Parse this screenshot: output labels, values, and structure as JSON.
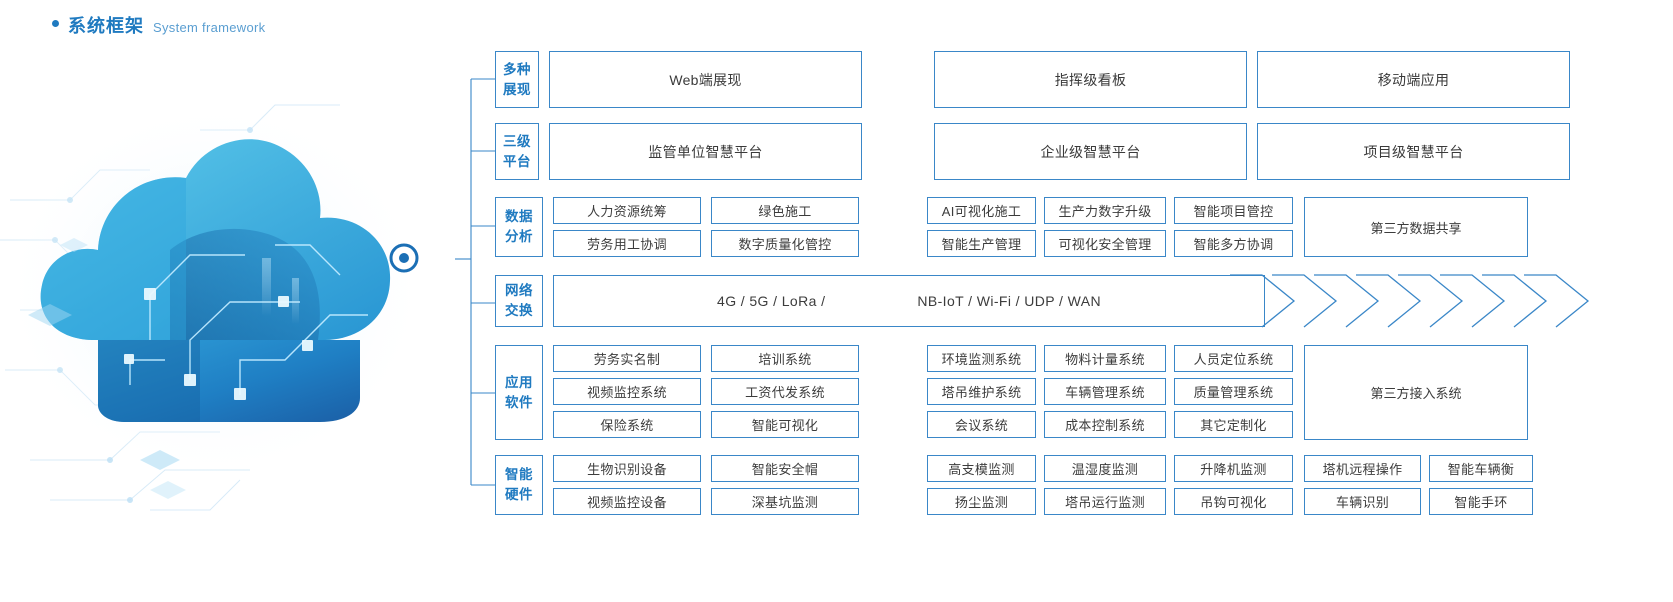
{
  "header": {
    "title_cn": "系统框架",
    "title_en": "System framework",
    "accent": "#1f7ac0"
  },
  "colors": {
    "border": "#3a87c8",
    "label_text": "#1f7ac0",
    "cell_text": "#3c3c3c",
    "background": "#ffffff"
  },
  "rows": [
    {
      "label": "多种展现",
      "label_l1": "多种",
      "label_l2": "展现",
      "cells": [
        "Web端展现",
        "指挥级看板",
        "移动端应用"
      ]
    },
    {
      "label": "三级平台",
      "label_l1": "三级",
      "label_l2": "平台",
      "cells": [
        "监管单位智慧平台",
        "企业级智慧平台",
        "项目级智慧平台"
      ]
    },
    {
      "label": "数据分析",
      "label_l1": "数据",
      "label_l2": "分析",
      "left_grid": [
        [
          "人力资源统筹",
          "绿色施工"
        ],
        [
          "劳务用工协调",
          "数字质量化管控"
        ]
      ],
      "mid_grid": [
        [
          "AI可视化施工",
          "生产力数字升级",
          "智能项目管控"
        ],
        [
          "智能生产管理",
          "可视化安全管理",
          "智能多方协调"
        ]
      ],
      "right_box": "第三方数据共享"
    },
    {
      "label": "网络交换",
      "label_l1": "网络",
      "label_l2": "交换",
      "band_left": "4G / 5G / LoRa /",
      "band_right": "NB-IoT / Wi-Fi / UDP / WAN",
      "chevron_count": 8
    },
    {
      "label": "应用软件",
      "label_l1": "应用",
      "label_l2": "软件",
      "left_grid": [
        [
          "劳务实名制",
          "培训系统"
        ],
        [
          "视频监控系统",
          "工资代发系统"
        ],
        [
          "保险系统",
          "智能可视化"
        ]
      ],
      "mid_grid": [
        [
          "环境监测系统",
          "物料计量系统",
          "人员定位系统"
        ],
        [
          "塔吊维护系统",
          "车辆管理系统",
          "质量管理系统"
        ],
        [
          "会议系统",
          "成本控制系统",
          "其它定制化"
        ]
      ],
      "right_box": "第三方接入系统"
    },
    {
      "label": "智能硬件",
      "label_l1": "智能",
      "label_l2": "硬件",
      "left_grid": [
        [
          "生物识别设备",
          "智能安全帽"
        ],
        [
          "视频监控设备",
          "深基坑监测"
        ]
      ],
      "mid_grid": [
        [
          "高支模监测",
          "温湿度监测",
          "升降机监测"
        ],
        [
          "扬尘监测",
          "塔吊运行监测",
          "吊钩可视化"
        ]
      ],
      "right_grid": [
        [
          "塔机远程操作",
          "智能车辆衡"
        ],
        [
          "车辆识别",
          "智能手环"
        ]
      ]
    }
  ]
}
